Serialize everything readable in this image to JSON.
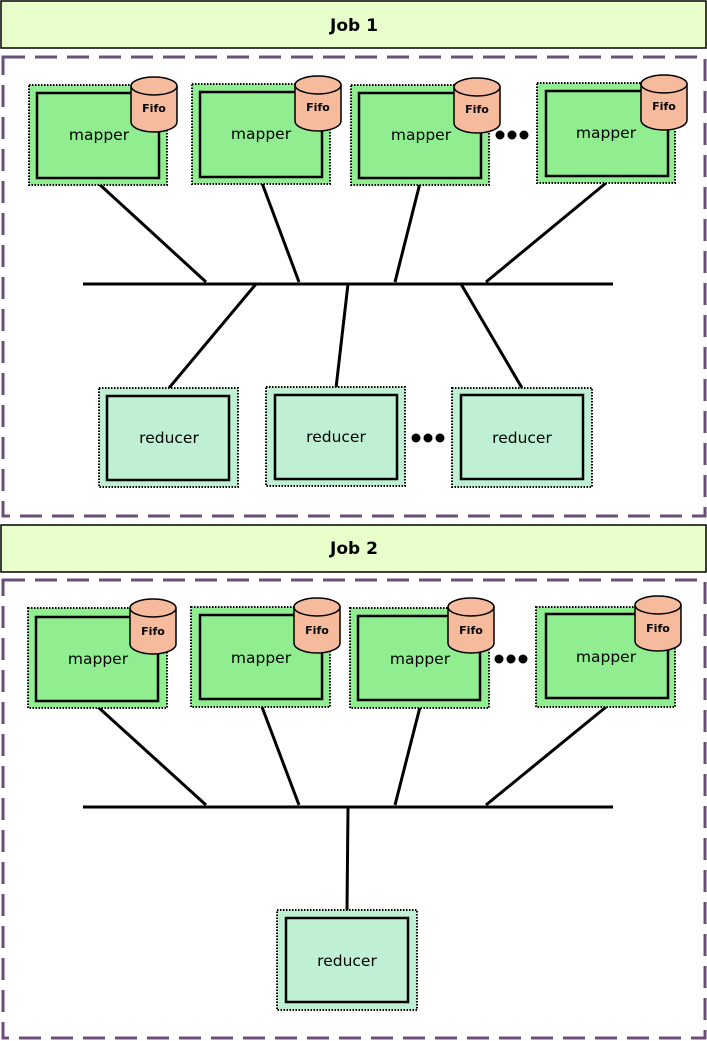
{
  "colors": {
    "header_fill": "#e8ffcc",
    "mapper_fill": "#90ee90",
    "mapper_outer": "#90ee90",
    "reducer_fill": "#bff0d4",
    "fifo_fill": "#f6bb9c",
    "dashed_border": "#6b4e7a",
    "line": "#000000"
  },
  "labels": {
    "mapper": "mapper",
    "reducer": "reducer",
    "fifo": "Fifo"
  },
  "jobs": [
    {
      "title": "Job 1",
      "mapper_count_shown": 4,
      "reducer_count_shown": 3
    },
    {
      "title": "Job 2",
      "mapper_count_shown": 4,
      "reducer_count_shown": 1
    }
  ]
}
